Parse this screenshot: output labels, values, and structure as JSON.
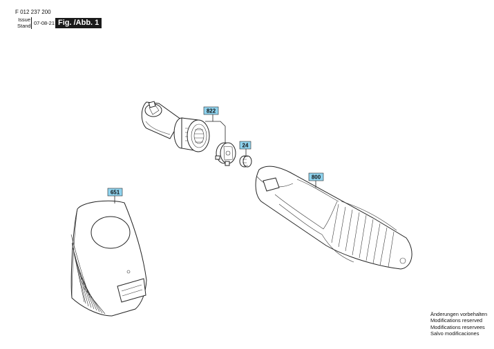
{
  "header": {
    "part_number": "F 012 237 200",
    "issue_label": "Issue",
    "stand_label": "Stand",
    "date": "07-08-21",
    "figure_label": "Fig. /Abb. 1"
  },
  "callouts": {
    "c822": "822",
    "c24": "24",
    "c651": "651",
    "c800": "800"
  },
  "notes": [
    "Änderungen vorbehalten",
    "Modifications reserved",
    "Modifications reservees",
    "Salvo modificaciones"
  ]
}
